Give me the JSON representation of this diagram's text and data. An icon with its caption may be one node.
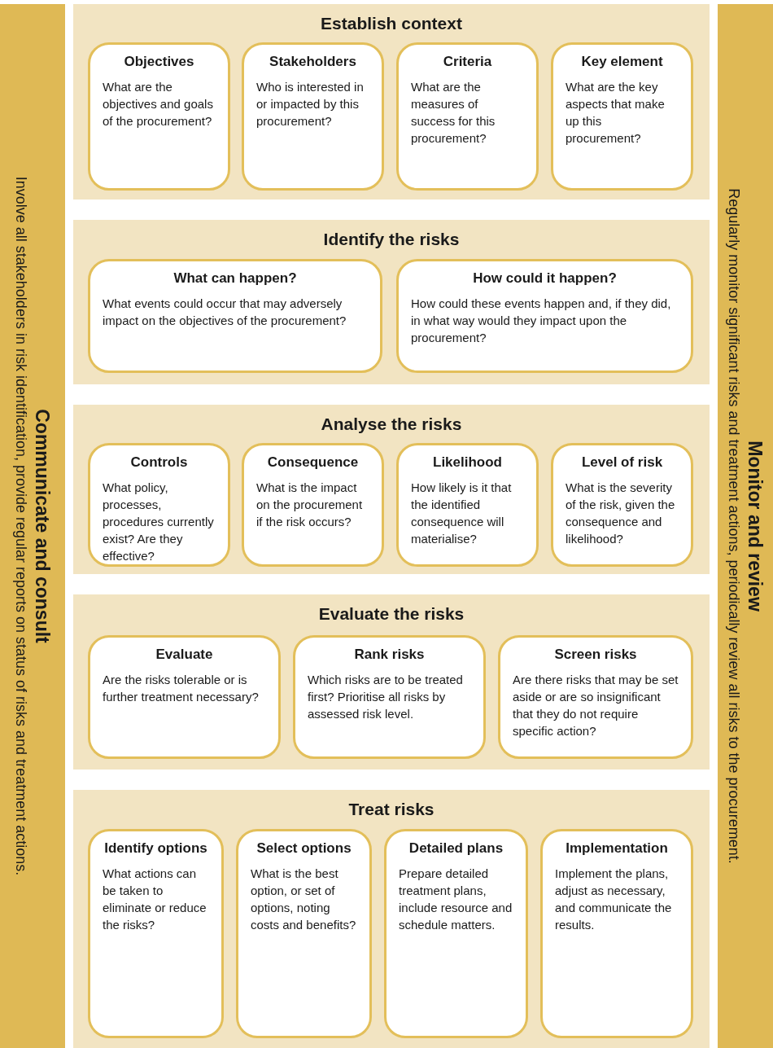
{
  "diagram": {
    "nodes": [
      {
        "text": [
          "Communicate and consult",
          "Involve all stakeholders in risk identification, provide regular reports on status of risks and treatment actions."
        ]
      },
      {
        "text": [
          "Establish context"
        ]
      },
      {
        "text": [
          "Objectives",
          "What are the objectives and goals of the procurement?"
        ],
        "in": 1
      },
      {
        "text": [
          "Stakeholders",
          "Who is interested in or impacted by this procurement?"
        ],
        "in": 1
      },
      {
        "text": [
          "Criteria",
          "What are the measures of success for this procurement?"
        ],
        "in": 1
      },
      {
        "text": [
          "Key element",
          "What are the key aspects that make up this procurement?"
        ],
        "in": 1
      },
      {
        "text": [
          "Identify the risks"
        ]
      },
      {
        "text": [
          "What can happen?",
          "What events could occur that may adversely impact on the objectives of the procurement?"
        ],
        "in": 6
      },
      {
        "text": [
          "How could it happen?",
          "How could these events happen and, if they did, in what way would they impact upon the procurement?"
        ],
        "in": 6
      },
      {
        "text": [
          "Analyse the risks"
        ]
      },
      {
        "text": [
          "Controls",
          "What policy, processes, procedures currently exist? Are they effective?"
        ],
        "in": 9
      },
      {
        "text": [
          "Consequence",
          "What is the impact on the procurement if the risk occurs?"
        ],
        "in": 9
      },
      {
        "text": [
          "Likelihood",
          "How likely is it that the identified consequence will materialise?"
        ],
        "in": 9
      },
      {
        "text": [
          "Level of risk",
          "What is the severity of the risk, given the consequence and likelihood?"
        ],
        "in": 9
      },
      {
        "text": [
          "Evaluate the risks"
        ]
      },
      {
        "text": [
          "Evaluate",
          "Are the risks tolerable or is further treatment necessary?"
        ],
        "in": 14
      },
      {
        "text": [
          "Rank risks",
          "Which risks are to be treated first? Prioritise all risks by assessed risk level."
        ],
        "in": 14
      },
      {
        "text": [
          "Screen risks",
          "Are there risks that may be set aside or are so insignificant that they do not require specific action?"
        ],
        "in": 14
      },
      {
        "text": [
          "Treat risks"
        ]
      },
      {
        "text": [
          "Identify options",
          "What actions can be taken to eliminate or reduce the risks?"
        ],
        "in": 18
      },
      {
        "text": [
          "Select options",
          "What is the best option, or set of options, noting costs and benefits?"
        ],
        "in": 18
      },
      {
        "text": [
          "Detailed plans",
          "Prepare detailed treatment plans, include resource and schedule matters."
        ],
        "in": 18
      },
      {
        "text": [
          "Implementation",
          "Implement the plans, adjust as necessary, and communicate the results."
        ],
        "in": 18
      },
      {
        "text": [
          "Monitor and review",
          "Regularly monitor significant risks and treatment actions, periodically review all risks to the procurement."
        ]
      }
    ],
    "edges": []
  }
}
